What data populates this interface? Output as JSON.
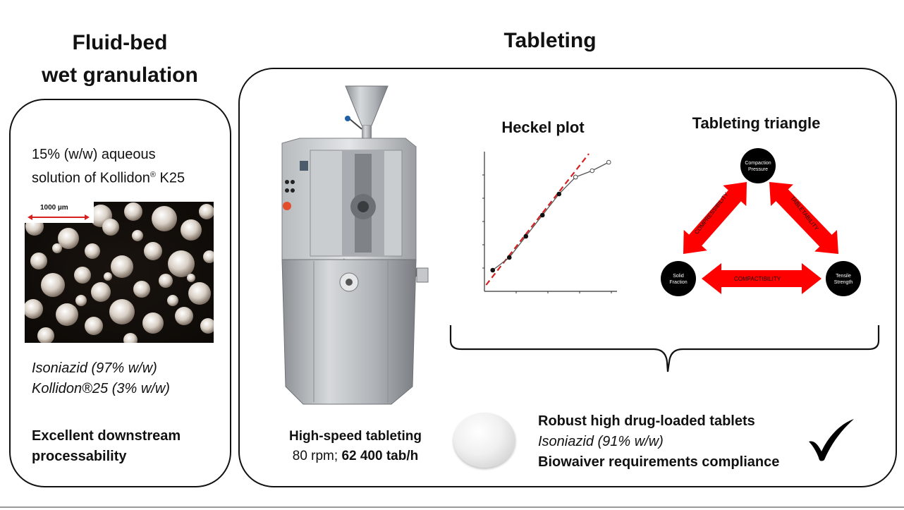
{
  "left": {
    "title_line1": "Fluid-bed",
    "title_line2": "wet granulation",
    "solution_line1": "15% (w/w) aqueous",
    "solution_line2_pre": "solution of Kollidon",
    "solution_reg": "®",
    "solution_line2_post": " K25",
    "scale_bar_label": "1000 µm",
    "formula_line1": "Isoniazid (97% w/w)",
    "formula_line2": "Kollidon®25 (3% w/w)",
    "conclusion_line1": "Excellent downstream",
    "conclusion_line2": "processability"
  },
  "right": {
    "title": "Tableting",
    "heckel_title": "Heckel plot",
    "triangle_title": "Tableting triangle",
    "triangle": {
      "node_top_line1": "Compaction",
      "node_top_line2": "Pressure",
      "node_left_line1": "Solid",
      "node_left_line2": "Fraction",
      "node_right_line1": "Tensile",
      "node_right_line2": "Strength",
      "arrow_left": "COMPRESSIBILITY",
      "arrow_right": "TABLETABILITY",
      "arrow_bottom": "COMPACTIBILITY",
      "arrow_color": "#ff0000"
    },
    "machine_line1": "High-speed tableting",
    "machine_line2_pre": "80 rpm; ",
    "machine_line2_bold": "62 400 tab/h",
    "result_line1": "Robust high drug-loaded tablets",
    "result_line2": "Isoniazid (91% w/w)",
    "result_line3": "Biowaiver requirements compliance",
    "checkmark_icon": "checkmark-icon"
  },
  "chart_data": {
    "type": "line",
    "title": "Heckel plot",
    "xlabel": "",
    "ylabel": "",
    "series": [
      {
        "filled_markers": true,
        "x": [
          1,
          2,
          3,
          4,
          5,
          6
        ],
        "y": [
          1.0,
          1.6,
          2.6,
          3.6,
          4.6,
          5.4
        ]
      },
      {
        "filled_markers": false,
        "x": [
          6,
          7,
          8
        ],
        "y": [
          5.4,
          5.7,
          6.1
        ]
      }
    ],
    "trendline": {
      "style": "dashed",
      "color": "#d62020"
    },
    "grid": false
  }
}
